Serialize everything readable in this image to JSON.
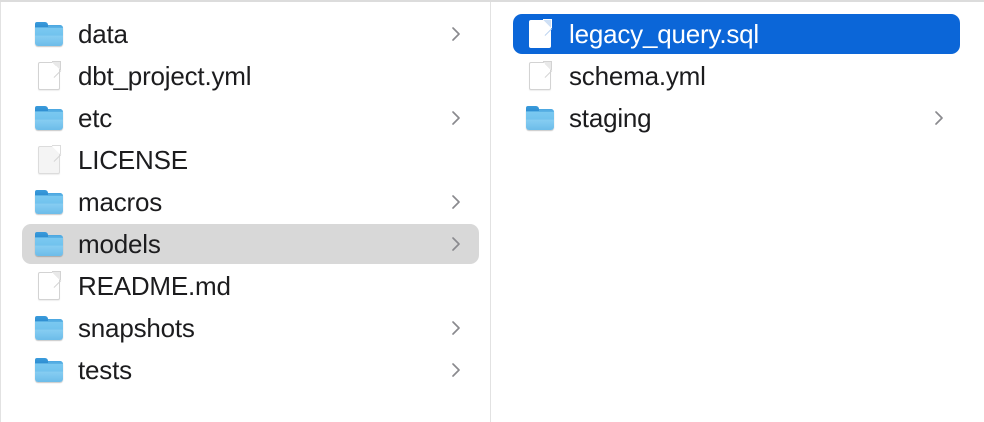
{
  "window": {
    "view_mode": "column-view",
    "background_color": "#ffffff",
    "selection_active_color": "#0b66d8",
    "selection_inactive_color": "#d8d8d8",
    "divider_color": "#e2e2e2",
    "label_color": "#1c1c1e",
    "chevron_color": "#8a8a8e"
  },
  "columns": [
    {
      "name": "parent-column",
      "items": [
        {
          "label": "data",
          "icon": "folder-icon",
          "kind": "folder",
          "has_chevron": true,
          "selected": false
        },
        {
          "label": "dbt_project.yml",
          "icon": "file-document-icon",
          "kind": "file",
          "has_chevron": false,
          "selected": false
        },
        {
          "label": "etc",
          "icon": "folder-icon",
          "kind": "folder",
          "has_chevron": true,
          "selected": false
        },
        {
          "label": "LICENSE",
          "icon": "file-plain-icon",
          "kind": "file",
          "has_chevron": false,
          "selected": false
        },
        {
          "label": "macros",
          "icon": "folder-icon",
          "kind": "folder",
          "has_chevron": true,
          "selected": false
        },
        {
          "label": "models",
          "icon": "folder-icon",
          "kind": "folder",
          "has_chevron": true,
          "selected": true,
          "selection_style": "inactive"
        },
        {
          "label": "README.md",
          "icon": "file-document-icon",
          "kind": "file",
          "has_chevron": false,
          "selected": false
        },
        {
          "label": "snapshots",
          "icon": "folder-icon",
          "kind": "folder",
          "has_chevron": true,
          "selected": false
        },
        {
          "label": "tests",
          "icon": "folder-icon",
          "kind": "folder",
          "has_chevron": true,
          "selected": false
        }
      ]
    },
    {
      "name": "child-column",
      "items": [
        {
          "label": "legacy_query.sql",
          "icon": "file-document-icon",
          "kind": "file",
          "has_chevron": false,
          "selected": true,
          "selection_style": "active"
        },
        {
          "label": "schema.yml",
          "icon": "file-document-icon",
          "kind": "file",
          "has_chevron": false,
          "selected": false
        },
        {
          "label": "staging",
          "icon": "folder-icon",
          "kind": "folder",
          "has_chevron": true,
          "selected": false
        }
      ]
    }
  ]
}
